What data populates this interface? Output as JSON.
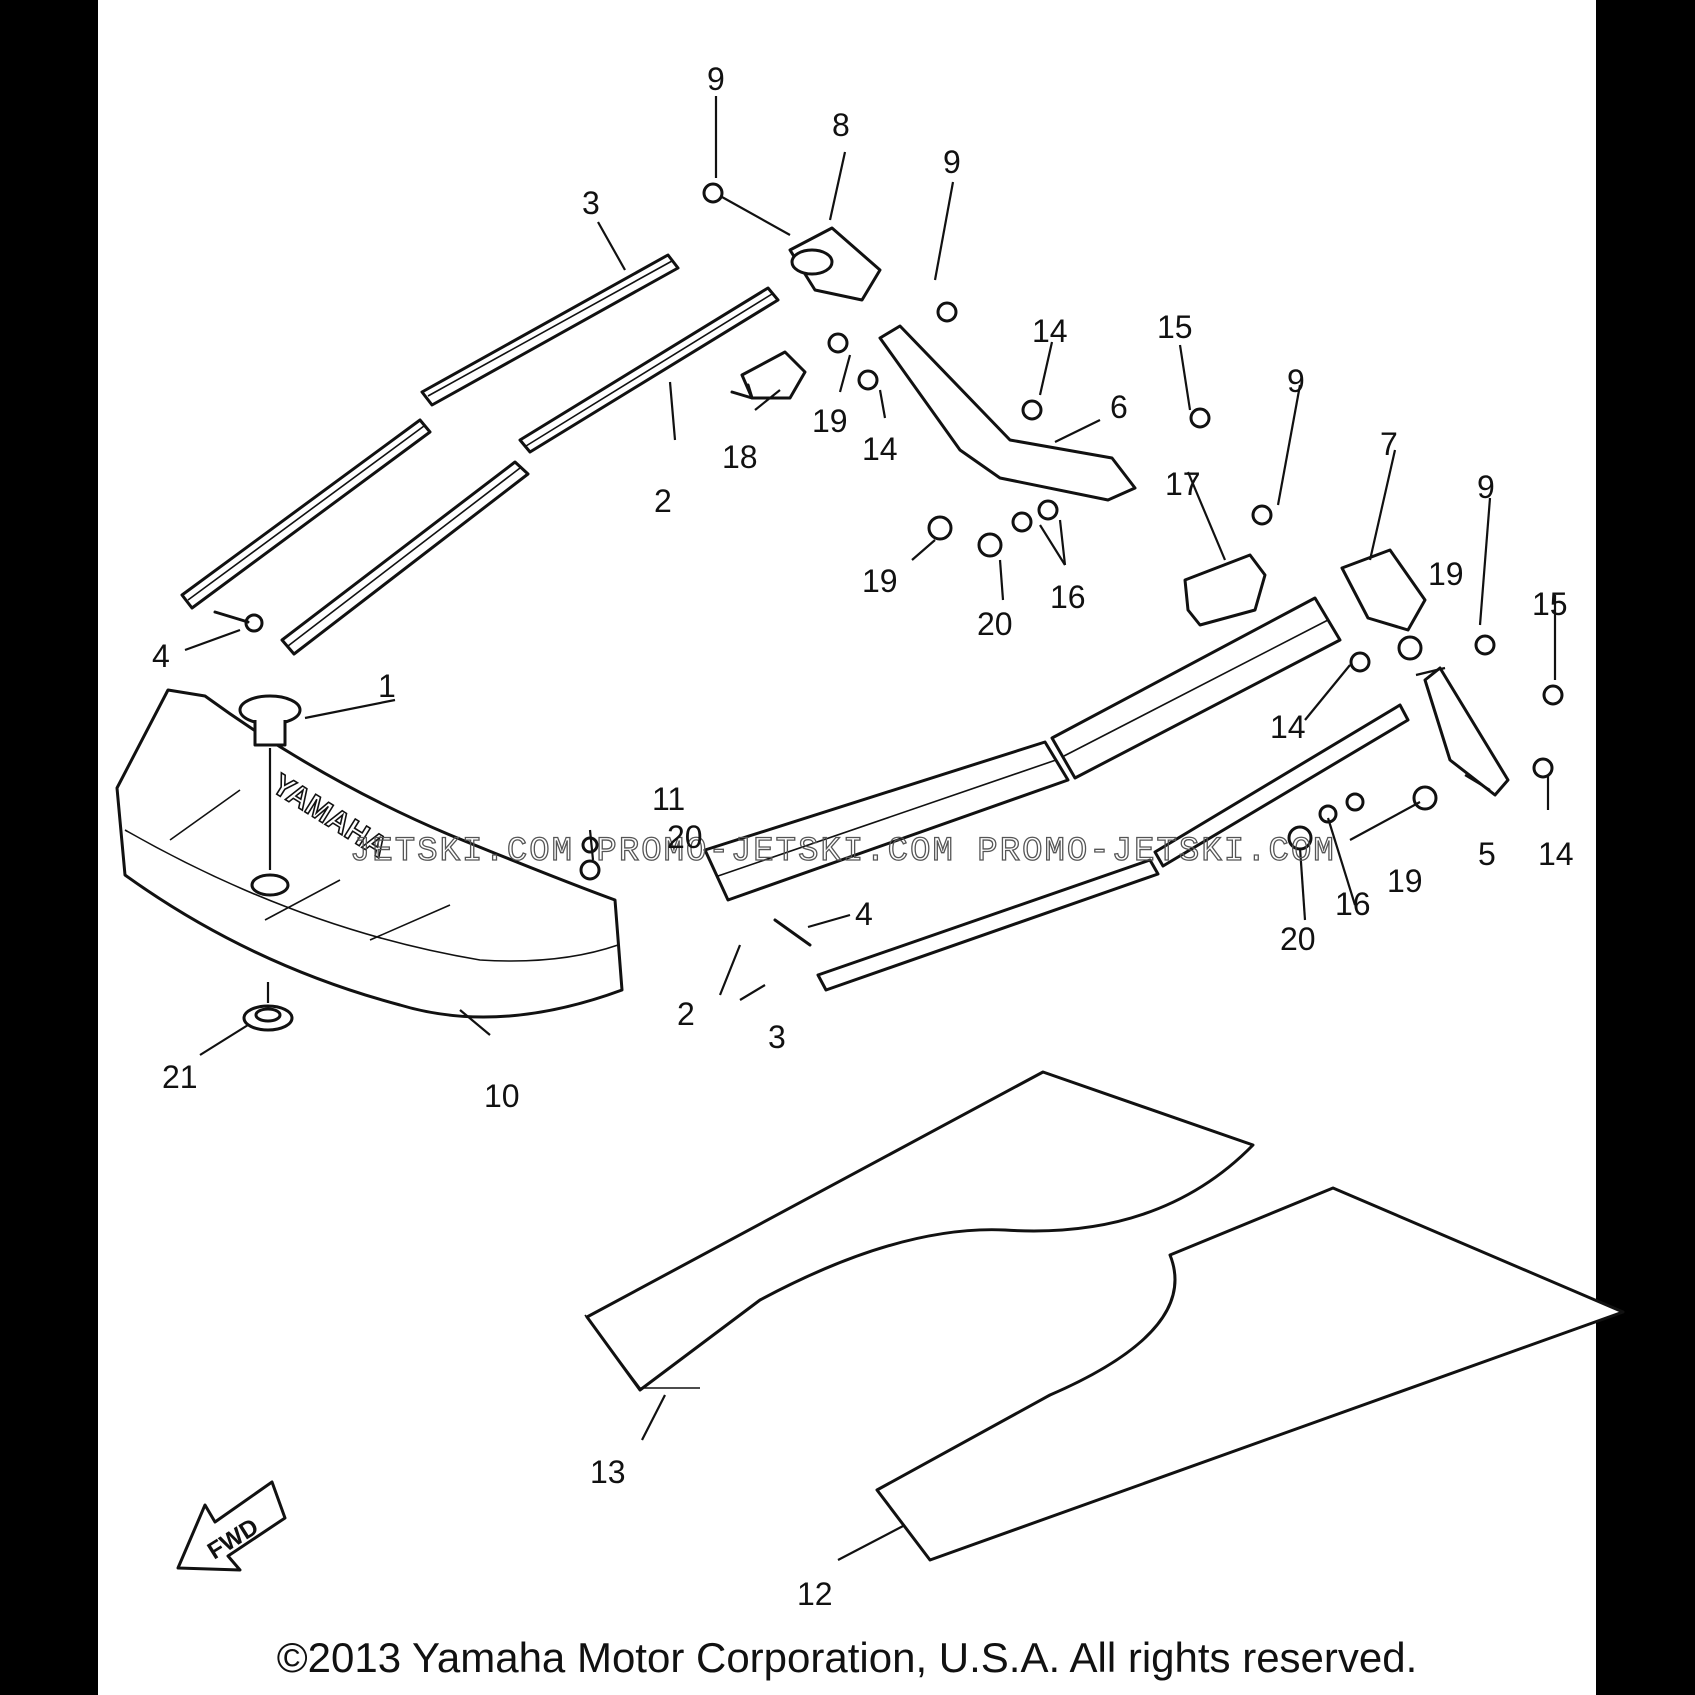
{
  "diagram": {
    "callouts": [
      {
        "id": "c1",
        "text": "1"
      },
      {
        "id": "c2a",
        "text": "2"
      },
      {
        "id": "c2b",
        "text": "2"
      },
      {
        "id": "c3a",
        "text": "3"
      },
      {
        "id": "c3b",
        "text": "3"
      },
      {
        "id": "c4a",
        "text": "4"
      },
      {
        "id": "c4b",
        "text": "4"
      },
      {
        "id": "c5",
        "text": "5"
      },
      {
        "id": "c6",
        "text": "6"
      },
      {
        "id": "c7",
        "text": "7"
      },
      {
        "id": "c8",
        "text": "8"
      },
      {
        "id": "c9a",
        "text": "9"
      },
      {
        "id": "c9b",
        "text": "9"
      },
      {
        "id": "c9c",
        "text": "9"
      },
      {
        "id": "c9d",
        "text": "9"
      },
      {
        "id": "c10",
        "text": "10"
      },
      {
        "id": "c11",
        "text": "11"
      },
      {
        "id": "c12",
        "text": "12"
      },
      {
        "id": "c13",
        "text": "13"
      },
      {
        "id": "c14a",
        "text": "14"
      },
      {
        "id": "c14b",
        "text": "14"
      },
      {
        "id": "c14c",
        "text": "14"
      },
      {
        "id": "c14d",
        "text": "14"
      },
      {
        "id": "c15a",
        "text": "15"
      },
      {
        "id": "c15b",
        "text": "15"
      },
      {
        "id": "c16a",
        "text": "16"
      },
      {
        "id": "c16b",
        "text": "16"
      },
      {
        "id": "c17",
        "text": "17"
      },
      {
        "id": "c18",
        "text": "18"
      },
      {
        "id": "c19a",
        "text": "19"
      },
      {
        "id": "c19b",
        "text": "19"
      },
      {
        "id": "c19c",
        "text": "19"
      },
      {
        "id": "c19d",
        "text": "19"
      },
      {
        "id": "c20a",
        "text": "20"
      },
      {
        "id": "c20b",
        "text": "20"
      },
      {
        "id": "c20c",
        "text": "20"
      },
      {
        "id": "c21",
        "text": "21"
      }
    ],
    "fwd_label": "FWD",
    "brand_label": "YAMAHA",
    "watermark": "JETSKI.COM PROMO-JETSKI.COM PROMO-JETSKI.COM"
  },
  "footer": {
    "copyright": "©2013 Yamaha Motor Corporation, U.S.A. All rights reserved."
  }
}
